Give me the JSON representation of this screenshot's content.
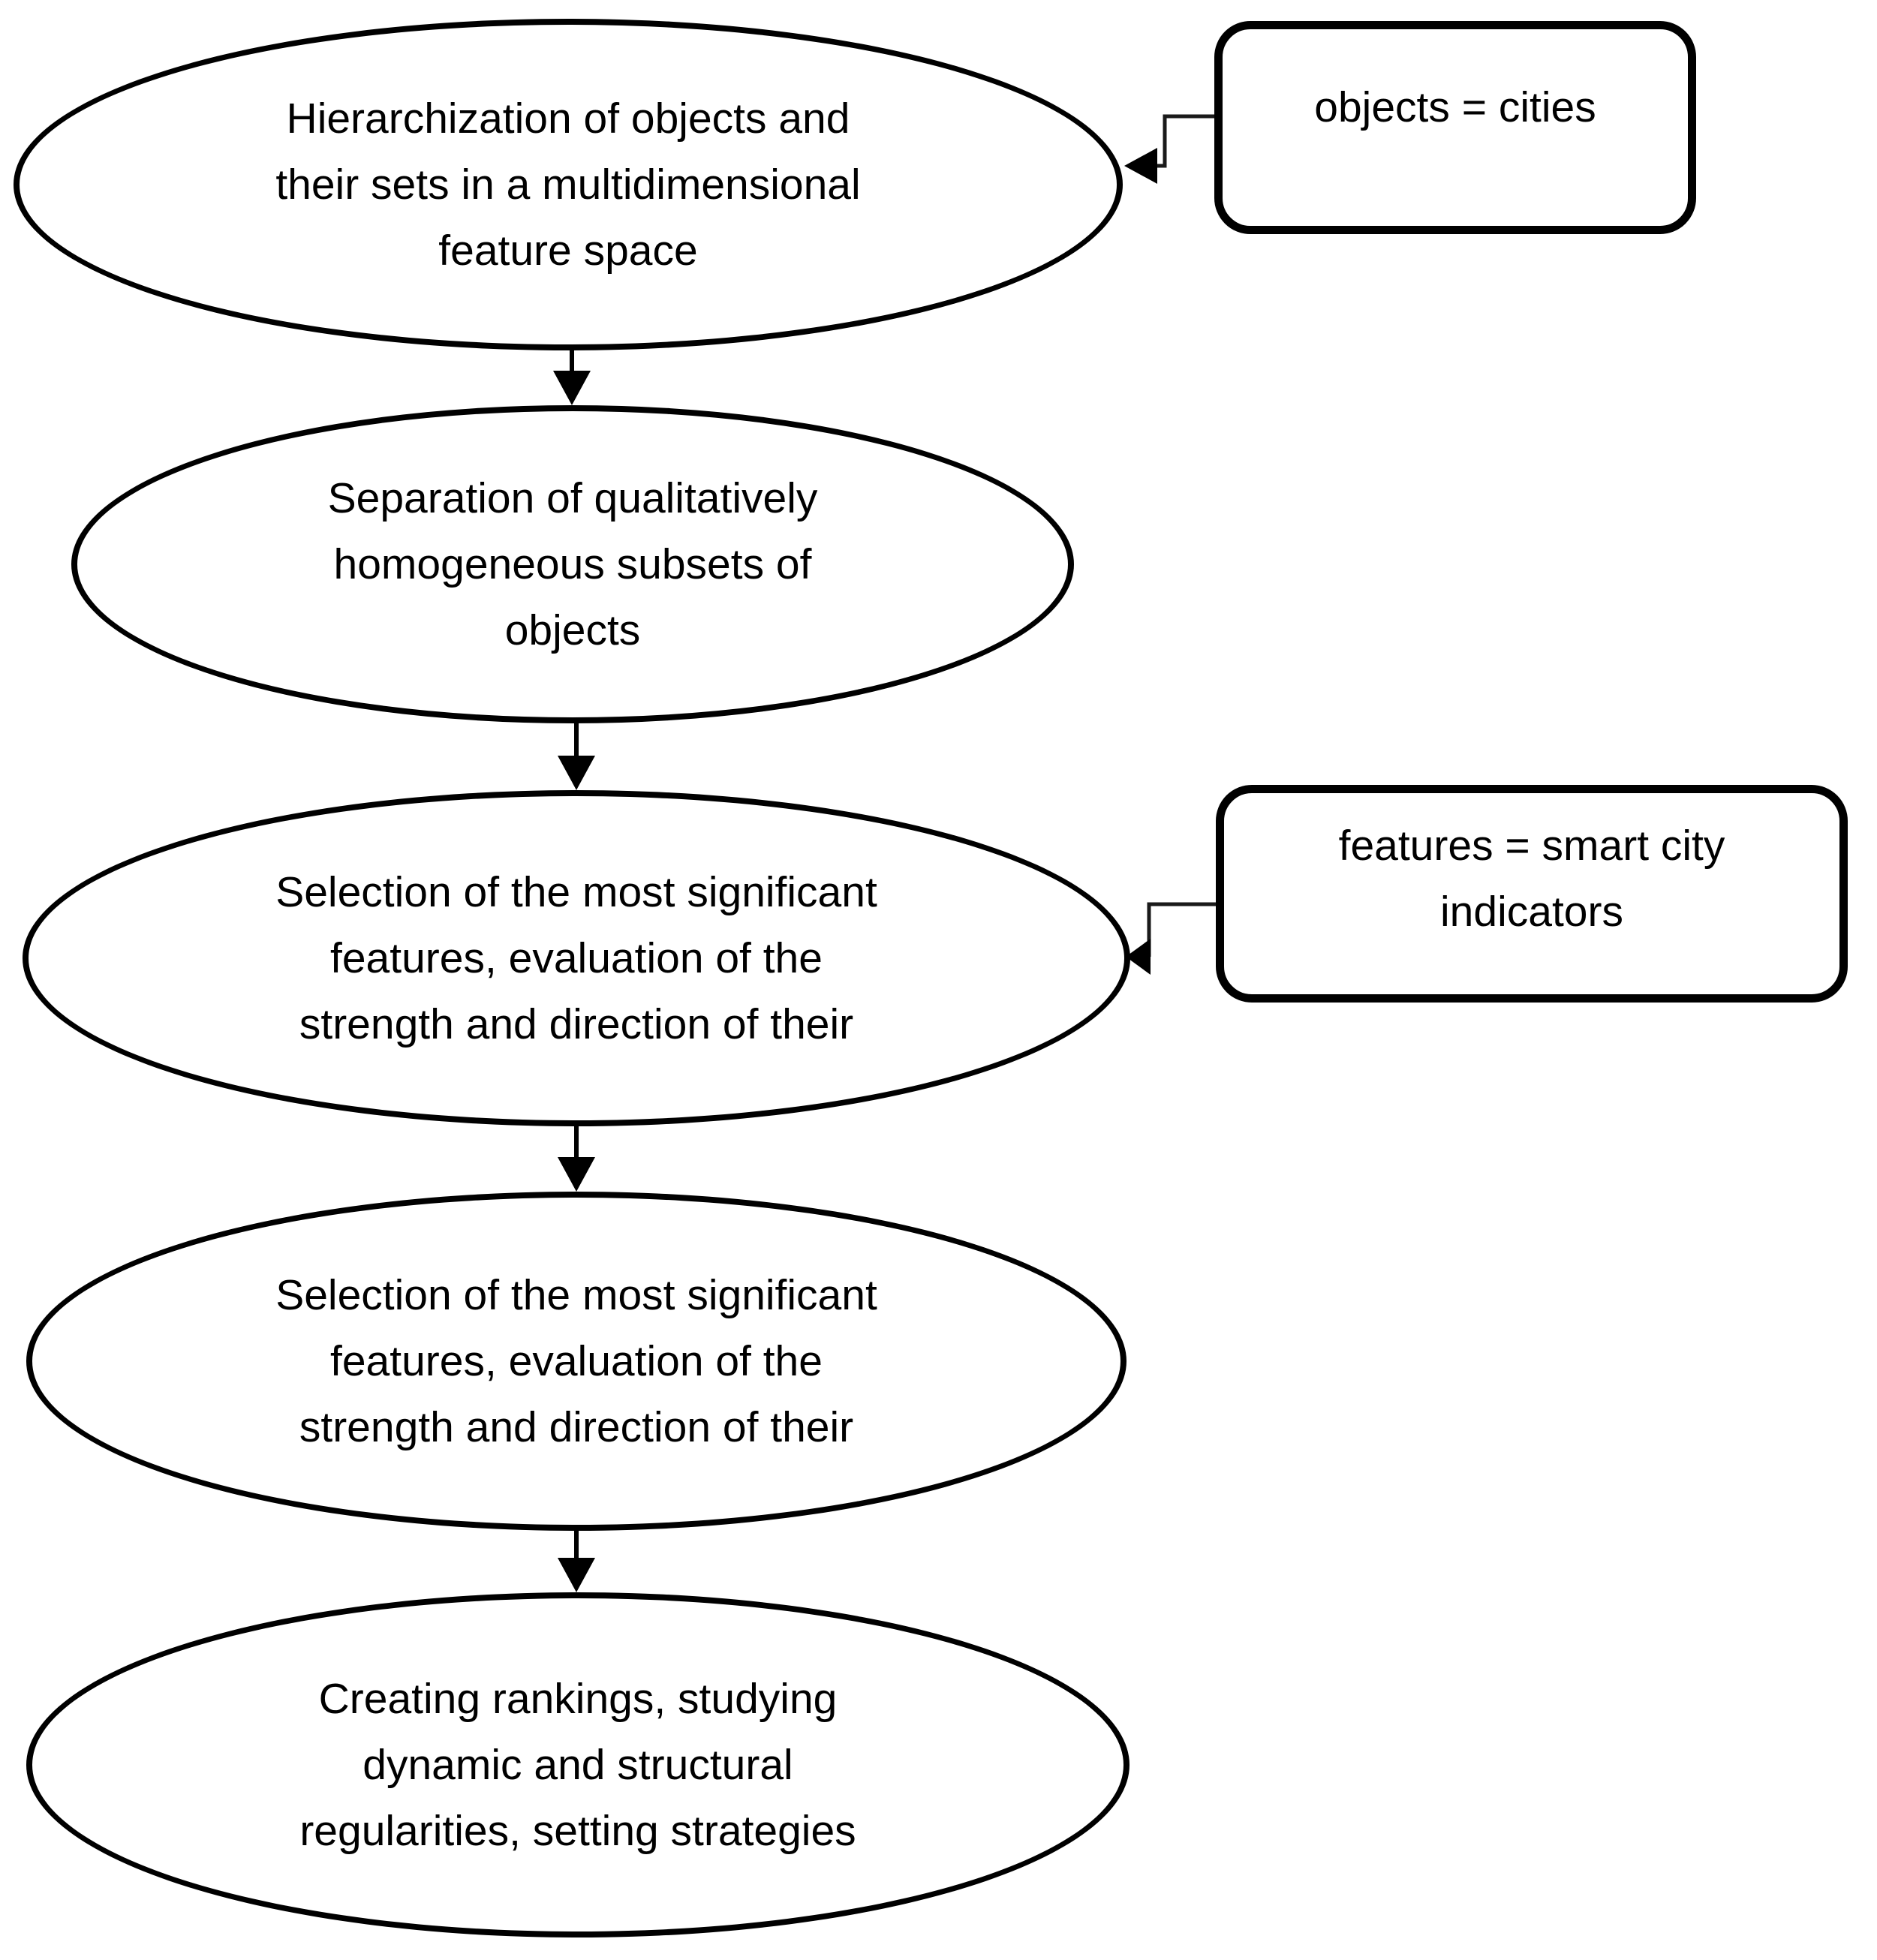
{
  "diagram": {
    "background_color": "#ffffff",
    "line_color": "#000000",
    "steps": [
      {
        "lines": [
          "Hierarchization of objects and",
          "their sets in a multidimensional",
          "feature space"
        ]
      },
      {
        "lines": [
          "Separation of qualitatively",
          "homogeneous subsets of",
          "objects"
        ]
      },
      {
        "lines": [
          "Selection of the most significant",
          "features, evaluation of the",
          "strength and direction of their"
        ]
      },
      {
        "lines": [
          "Selection of the most significant",
          "features, evaluation of the",
          "strength and direction of their"
        ]
      },
      {
        "lines": [
          "Creating rankings, studying",
          "dynamic and structural",
          "regularities, setting strategies"
        ]
      }
    ],
    "callouts": [
      {
        "lines": [
          "objects = cities"
        ]
      },
      {
        "lines": [
          "features = smart city",
          "indicators"
        ]
      }
    ]
  }
}
